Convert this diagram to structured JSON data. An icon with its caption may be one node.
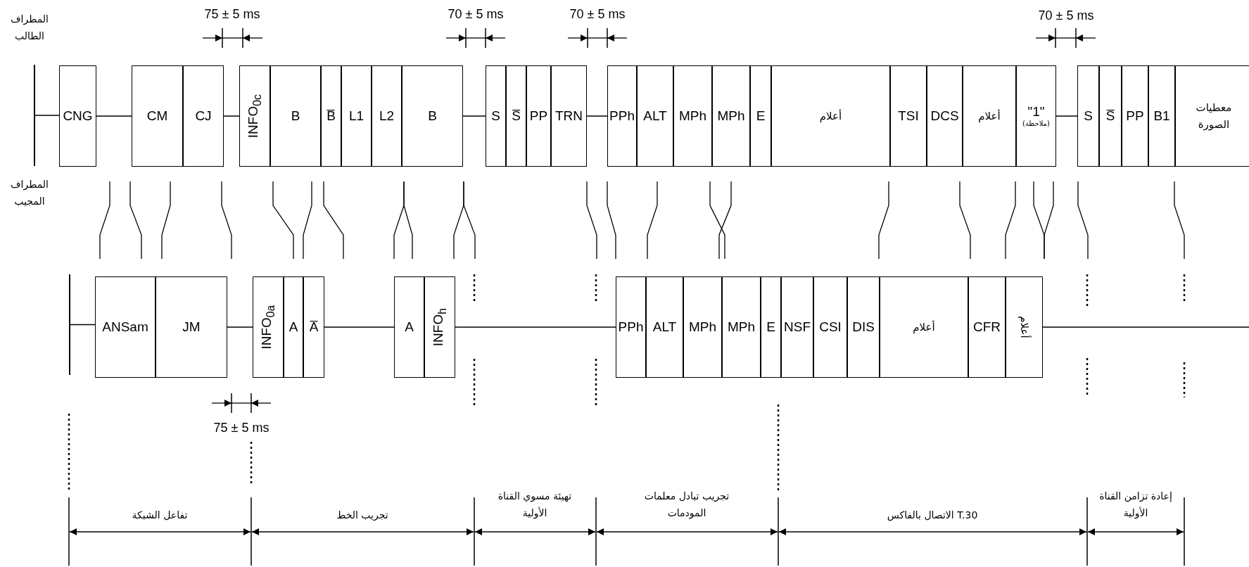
{
  "diagram": {
    "nodes": [
      {
        "text": [],
        "shape": "bar"
      },
      {
        "text": [
          "CNG"
        ]
      },
      {
        "text": [
          "CM"
        ]
      },
      {
        "text": [
          "CJ"
        ]
      },
      {
        "text": [
          "INFO$_{0c}$"
        ]
      },
      {
        "text": [
          "B"
        ]
      },
      {
        "text": [
          "B̅"
        ]
      },
      {
        "text": [
          "L1"
        ]
      },
      {
        "text": [
          "L2"
        ]
      },
      {
        "text": [
          "B"
        ]
      },
      {
        "text": [
          "S"
        ]
      },
      {
        "text": [
          "S̅"
        ]
      },
      {
        "text": [
          "PP"
        ]
      },
      {
        "text": [
          "TRN"
        ]
      },
      {
        "text": [
          "PPh"
        ]
      },
      {
        "text": [
          "ALT"
        ]
      },
      {
        "text": [
          "MPh"
        ]
      },
      {
        "text": [
          "MPh"
        ]
      },
      {
        "text": [
          "E"
        ]
      },
      {
        "text": [
          "أعلام"
        ]
      },
      {
        "text": [
          "TSI"
        ]
      },
      {
        "text": [
          "DCS"
        ]
      },
      {
        "text": [
          "أعلام"
        ]
      },
      {
        "text": [
          "\"1\"",
          "(ملاحظة)"
        ]
      },
      {
        "text": [
          "S"
        ]
      },
      {
        "text": [
          "S̅"
        ]
      },
      {
        "text": [
          "PP"
        ]
      },
      {
        "text": [
          "B1"
        ]
      },
      {
        "text": [
          "معطيات الصورة"
        ]
      },
      {
        "text": [],
        "shape": "bar"
      },
      {
        "text": [
          "ANSam"
        ]
      },
      {
        "text": [
          "JM"
        ]
      },
      {
        "text": [
          "INFO$_{0a}$"
        ]
      },
      {
        "text": [
          "A"
        ]
      },
      {
        "text": [
          "A̅"
        ]
      },
      {
        "text": [
          "A"
        ]
      },
      {
        "text": [
          "INFO$_{h}$"
        ]
      },
      {
        "text": [
          "PPh"
        ]
      },
      {
        "text": [
          "ALT"
        ]
      },
      {
        "text": [
          "MPh"
        ]
      },
      {
        "text": [
          "MPh"
        ]
      },
      {
        "text": [
          "E"
        ]
      },
      {
        "text": [
          "NSF"
        ]
      },
      {
        "text": [
          "CSI"
        ]
      },
      {
        "text": [
          "DIS"
        ]
      },
      {
        "text": [
          "أعلام"
        ]
      },
      {
        "text": [
          "CFR"
        ]
      },
      {
        "text": [
          "أعلام"
        ]
      }
    ],
    "edges": [
      {
        "from": 0,
        "to": 1,
        "arrow": "none"
      },
      {
        "from": 1,
        "to": 2,
        "arrow": "none"
      },
      {
        "from": 3,
        "to": 4,
        "arrow": "none"
      },
      {
        "from": 9,
        "to": 10,
        "arrow": "none"
      },
      {
        "from": 13,
        "to": 14,
        "arrow": "none"
      },
      {
        "from": 23,
        "to": 24,
        "arrow": "none"
      },
      {
        "from": 29,
        "to": 30,
        "arrow": "none"
      },
      {
        "from": 31,
        "to": 32,
        "arrow": "none"
      },
      {
        "from": 34,
        "to": 35,
        "arrow": "none"
      },
      {
        "from": 36,
        "to": 37,
        "arrow": "none"
      },
      {
        "from": 47,
        "to": null,
        "arrow": "none"
      }
    ],
    "labels": [
      "المطراف الطالب",
      "75 ± 5 ms",
      "70 ± 5 ms",
      "70 ± 5 ms",
      "70 ± 5 ms",
      "المطراف المجيب",
      "75 ± 5 ms",
      "تفاعل الشبكة",
      "تجريب الخط",
      "تهيئة مسوي القناة الأولية",
      "تجريب تبادل معلمات المودمات",
      "الاتصال بالفاكس T.30",
      "إعادة تزامن القناة الأولية"
    ]
  }
}
